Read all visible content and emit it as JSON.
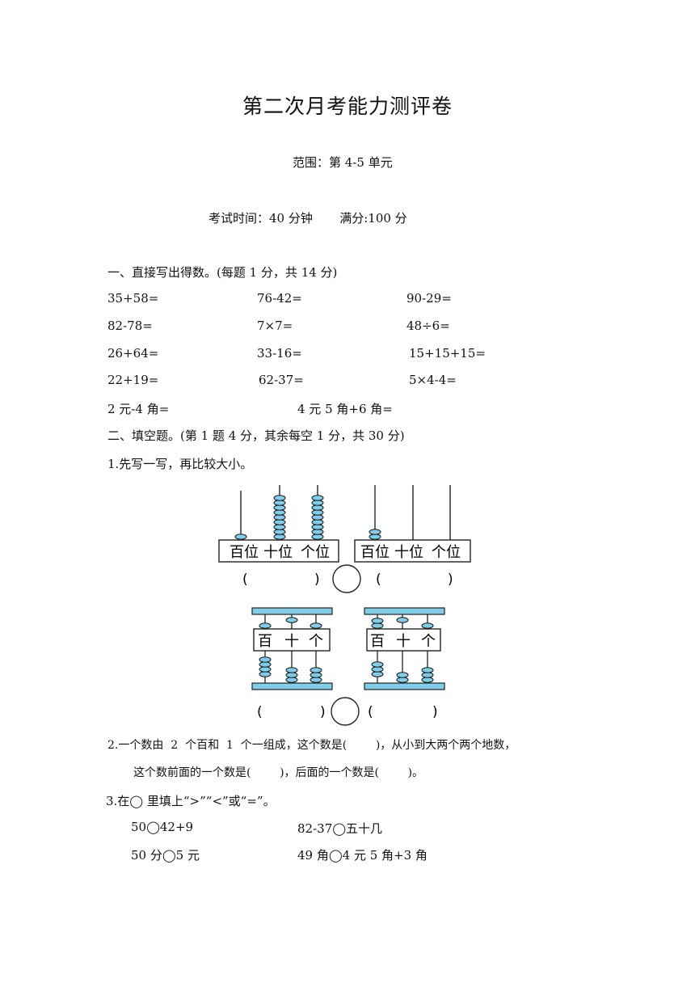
{
  "title": "第二次月考能力测评卷",
  "scope": "范围：第 4-5 单元",
  "exam_info": "考试时间：40 分钟       满分:100 分",
  "section1": {
    "heading": "一、直接写出得数。(每题 1 分，共 14 分)",
    "rows": [
      [
        "35+58=",
        "76-42=",
        "90-29="
      ],
      [
        "82-78=",
        "7×7=",
        "48÷6="
      ],
      [
        "26+64=",
        "33-16=",
        "15+15+15="
      ],
      [
        "22+19=",
        "62-37=",
        "5×4-4="
      ],
      [
        "2 元-4 角=",
        "4 元 5 角+6 角="
      ]
    ]
  },
  "section2": {
    "heading": "二、填空题。(第 1 题 4 分，其余每空 1 分，共 30 分)",
    "q1": "1.先写一写，再比较大小。",
    "abacus_vertical_labels": [
      "百位",
      "十位",
      "个位"
    ],
    "abacus_frame_labels": [
      "百",
      "十",
      "个"
    ],
    "paren_open": "(",
    "paren_close": ")",
    "q2_line1": "2.一个数由  2  个百和  1  个一组成，这个数是(        )，从小到大两个两个地数，",
    "q2_line2": "这个数前面的一个数是(        )，后面的一个数是(        )。",
    "q3": "3.在◯  里填上“>”“<”或“=”。",
    "compare": [
      [
        "50◯42+9",
        "82-37◯五十几"
      ],
      [
        "50 分◯5 元",
        "49 角◯4 元 5 角+3 角"
      ]
    ]
  },
  "colors": {
    "bead": "#7fcde8",
    "bead_stroke": "#1a1a1a",
    "text": "#111111"
  }
}
